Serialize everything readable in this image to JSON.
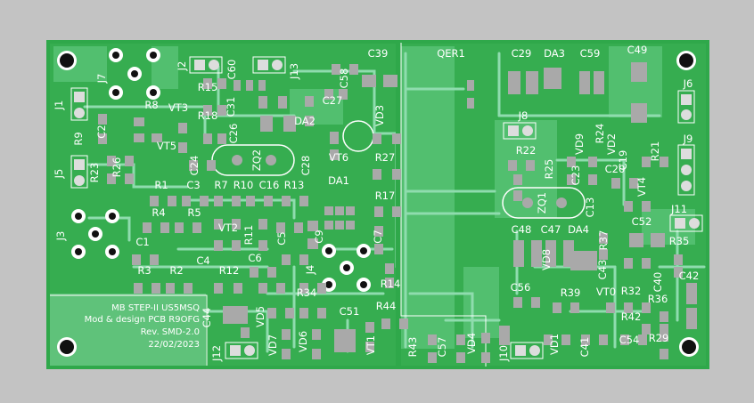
{
  "board": {
    "colors": {
      "background": "#c3c3c3",
      "copper_fill": "#2fa84a",
      "copper_light": "#5cc57a",
      "trace": "#8fdcae",
      "pad": "#a9a9a9",
      "silk": "#ffffff",
      "hole": "#111111"
    },
    "info_block": {
      "line1": "MB STEP-II US5MSQ",
      "line2": "Mod & design PCB R9OFG",
      "line3": "Rev. SMD-2.0",
      "line4": "22/02/2023"
    },
    "labels": {
      "c39": "C39",
      "qer1": "QER1",
      "c29": "C29",
      "da3": "DA3",
      "c59": "C59",
      "c49": "C49",
      "j2": "J2",
      "c60": "C60",
      "j13": "J13",
      "r15": "R15",
      "c58": "C58",
      "c31": "C31",
      "j7": "J7",
      "r8": "R8",
      "vt3": "VT3",
      "r18": "R18",
      "c27": "C27",
      "vd3": "VD3",
      "j1": "J1",
      "c2": "C2",
      "r9": "R9",
      "c26": "C26",
      "da2": "DA2",
      "vd2": "VD2",
      "vt5": "VT5",
      "zq2": "ZQ2",
      "c28": "C28",
      "vt6": "VT6",
      "r27": "R27",
      "j5": "J5",
      "r23": "R23",
      "r26": "R26",
      "c24": "C24",
      "r1": "R1",
      "c3": "C3",
      "r7": "R7",
      "r10": "R10",
      "c16": "C16",
      "r13": "R13",
      "da1": "DA1",
      "r17": "R17",
      "r4": "R4",
      "r5": "R5",
      "vt2": "VT2",
      "r11": "R11",
      "c5": "C5",
      "c9": "C9",
      "c7": "C7",
      "j3": "J3",
      "c1": "C1",
      "c4": "C4",
      "r12": "R12",
      "c6": "C6",
      "j4": "J4",
      "r3": "R3",
      "r2": "R2",
      "r14": "R14",
      "r34": "R34",
      "c44": "C44",
      "vd5": "VD5",
      "c51": "C51",
      "r44": "R44",
      "vd7": "VD7",
      "vd6": "VD6",
      "vt1": "VT1",
      "r43": "R43",
      "c57": "C57",
      "vd4": "VD4",
      "j10": "J10",
      "j12": "J12",
      "j8": "J8",
      "r22": "R22",
      "r25": "R25",
      "c23": "C23",
      "c20": "C20",
      "vt4": "VT4",
      "c13": "C13",
      "zq1": "ZQ1",
      "j6": "J6",
      "j9": "J9",
      "r21": "R21",
      "c19": "C19",
      "r24": "R24",
      "vd9": "VD9",
      "j11": "J11",
      "c48": "C48",
      "c47": "C47",
      "da4": "DA4",
      "r37": "R37",
      "c52": "C52",
      "r35": "R35",
      "vd8": "VD8",
      "c43": "C43",
      "c40": "C40",
      "c42": "C42",
      "c56": "C56",
      "r39": "R39",
      "vt0": "VT0",
      "r32": "R32",
      "r36": "R36",
      "r42": "R42",
      "vd1": "VD1",
      "c54": "C54",
      "r29": "R29",
      "c41": "C41"
    }
  }
}
